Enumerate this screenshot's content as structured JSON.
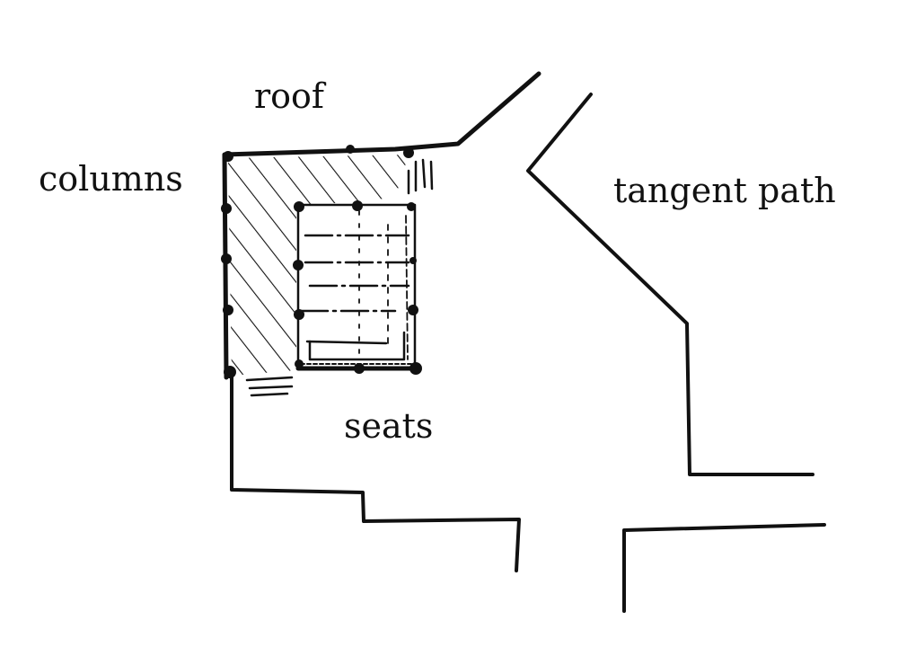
{
  "labels": {
    "roof": "roof",
    "columns": "columns",
    "tangent_path": "tangent path",
    "seats": "seats"
  },
  "colors": {
    "ink": "#111111",
    "background": "#ffffff"
  }
}
